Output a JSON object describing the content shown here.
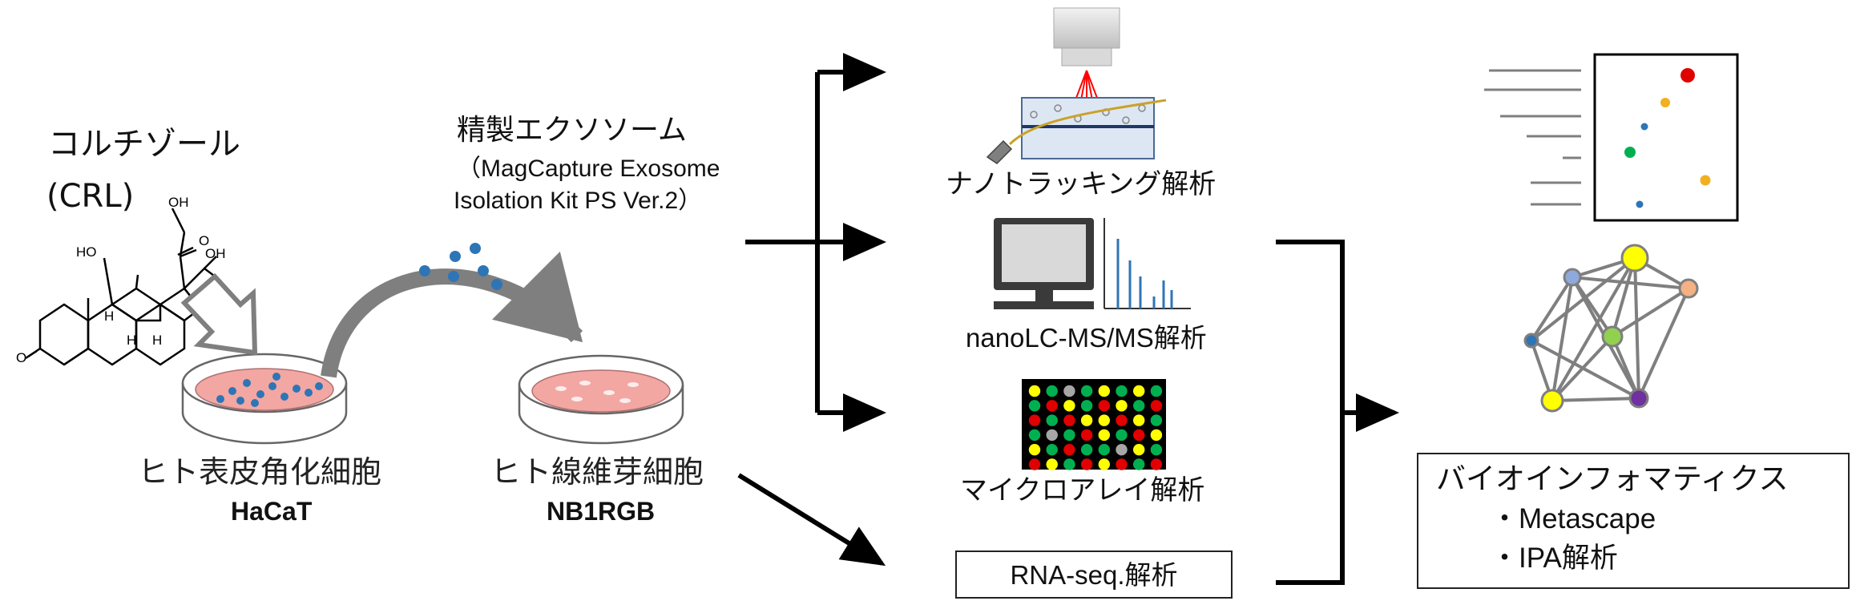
{
  "cortisol": {
    "name": "コルチゾール",
    "abbr": "(CRL)",
    "atoms": {
      "oh_top": "OH",
      "o_ketone": "O",
      "oh_right": "OH",
      "ho_left": "HO",
      "h_a": "H",
      "h_b": "H",
      "h_c": "H",
      "o_ring": "O"
    }
  },
  "exosome": {
    "title": "精製エクソソーム",
    "kit_line1": "（MagCapture Exosome",
    "kit_line2": "Isolation Kit PS Ver.2）"
  },
  "cells": {
    "keratinocyte_label": "ヒト表皮角化細胞",
    "keratinocyte_line": "HaCaT",
    "fibroblast_label": "ヒト線維芽細胞",
    "fibroblast_line": "NB1RGB"
  },
  "analyses": {
    "nanotracking": "ナノトラッキング解析",
    "nanolc": "nanoLC-MS/MS解析",
    "microarray": "マイクロアレイ解析",
    "rnaseq": "RNA-seq.解析"
  },
  "bioinformatics": {
    "title": "バイオインフォマティクス",
    "item1": "・Metascape",
    "item2": "・IPA解析"
  },
  "colors": {
    "arrow": "#000000",
    "grey_arrow": "#7f7f7f",
    "dish_fill": "#f2a7a3",
    "exosome_blue": "#2e75b6",
    "mass_spec_line": "#2e75b6",
    "array_red": "#e00000",
    "array_green": "#00b050",
    "array_yellow": "#ffff00",
    "array_grey": "#a6a6a6"
  }
}
